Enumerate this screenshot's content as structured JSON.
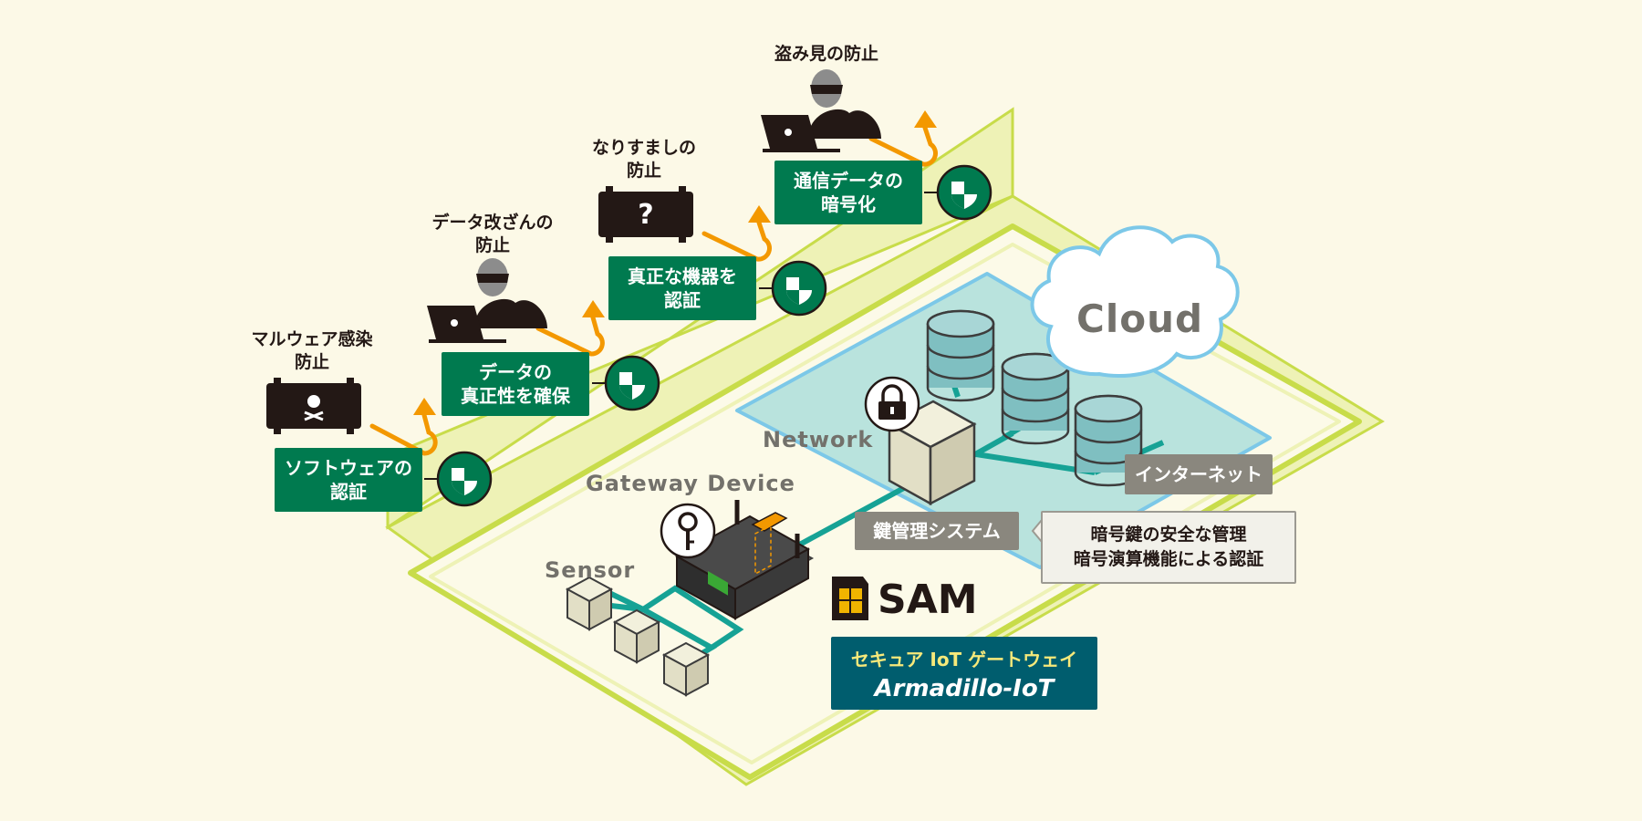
{
  "threats": [
    {
      "text": "マルウェア感染\n防止"
    },
    {
      "text": "データ改ざんの\n防止"
    },
    {
      "text": "なりすましの\n防止"
    },
    {
      "text": "盗み見の防止"
    }
  ],
  "countermeasures": [
    {
      "text": "ソフトウェアの\n認証"
    },
    {
      "text": "データの\n真正性を確保"
    },
    {
      "text": "真正な機器を\n認証"
    },
    {
      "text": "通信データの\n暗号化"
    }
  ],
  "labels": {
    "cloud": "Cloud",
    "network": "Network",
    "gateway": "Gateway Device",
    "sensor": "Sensor",
    "sam": "SAM",
    "internet": "インターネット",
    "key_mgmt": "鍵管理システム",
    "callout": "暗号鍵の安全な管理\n暗号演算機能による認証"
  },
  "product": {
    "line1": "セキュア IoT ゲートウェイ",
    "line2": "Armadillo-IoT"
  },
  "colors": {
    "background": "#fcf9e7",
    "frame_green": "#c8dc4a",
    "badge_green": "#007a4f",
    "arrow_orange": "#f39800",
    "network_teal": "#16a295",
    "network_area": "#b9e3dd",
    "product_teal": "#005d6e"
  }
}
